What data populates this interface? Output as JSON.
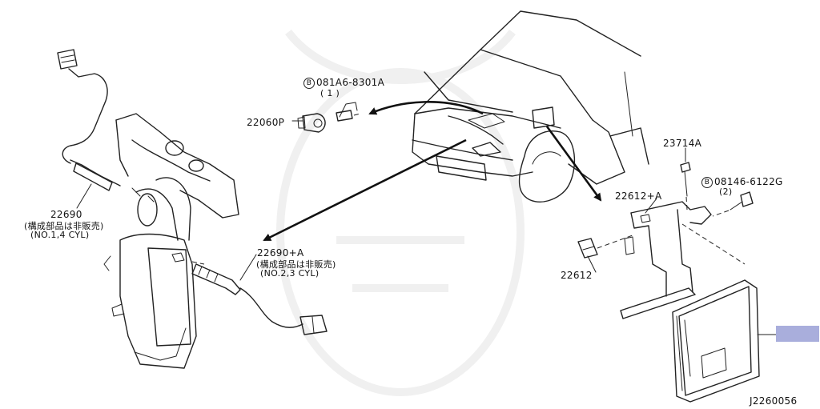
{
  "parts": {
    "p22060p": "22060P",
    "bolt_8301": {
      "badge": "B",
      "code": "081A6-8301A",
      "qty": "( 1 )"
    },
    "p22690": {
      "code": "22690",
      "note": "(構成部品は非販売)",
      "cyl": "(NO.1,4 CYL)"
    },
    "p22690a": {
      "code": "22690+A",
      "note": "(構成部品は非販売)",
      "cyl": "(NO.2,3 CYL)"
    },
    "p23714a": "23714A",
    "bolt_6122": {
      "badge": "B",
      "code": "08146-6122G",
      "qty": "(2)"
    },
    "p22612a": "22612+A",
    "p22612": "22612"
  },
  "diagram_id": "J2260056",
  "colors": {
    "highlight": "#a9aedc",
    "line": "#222222"
  }
}
